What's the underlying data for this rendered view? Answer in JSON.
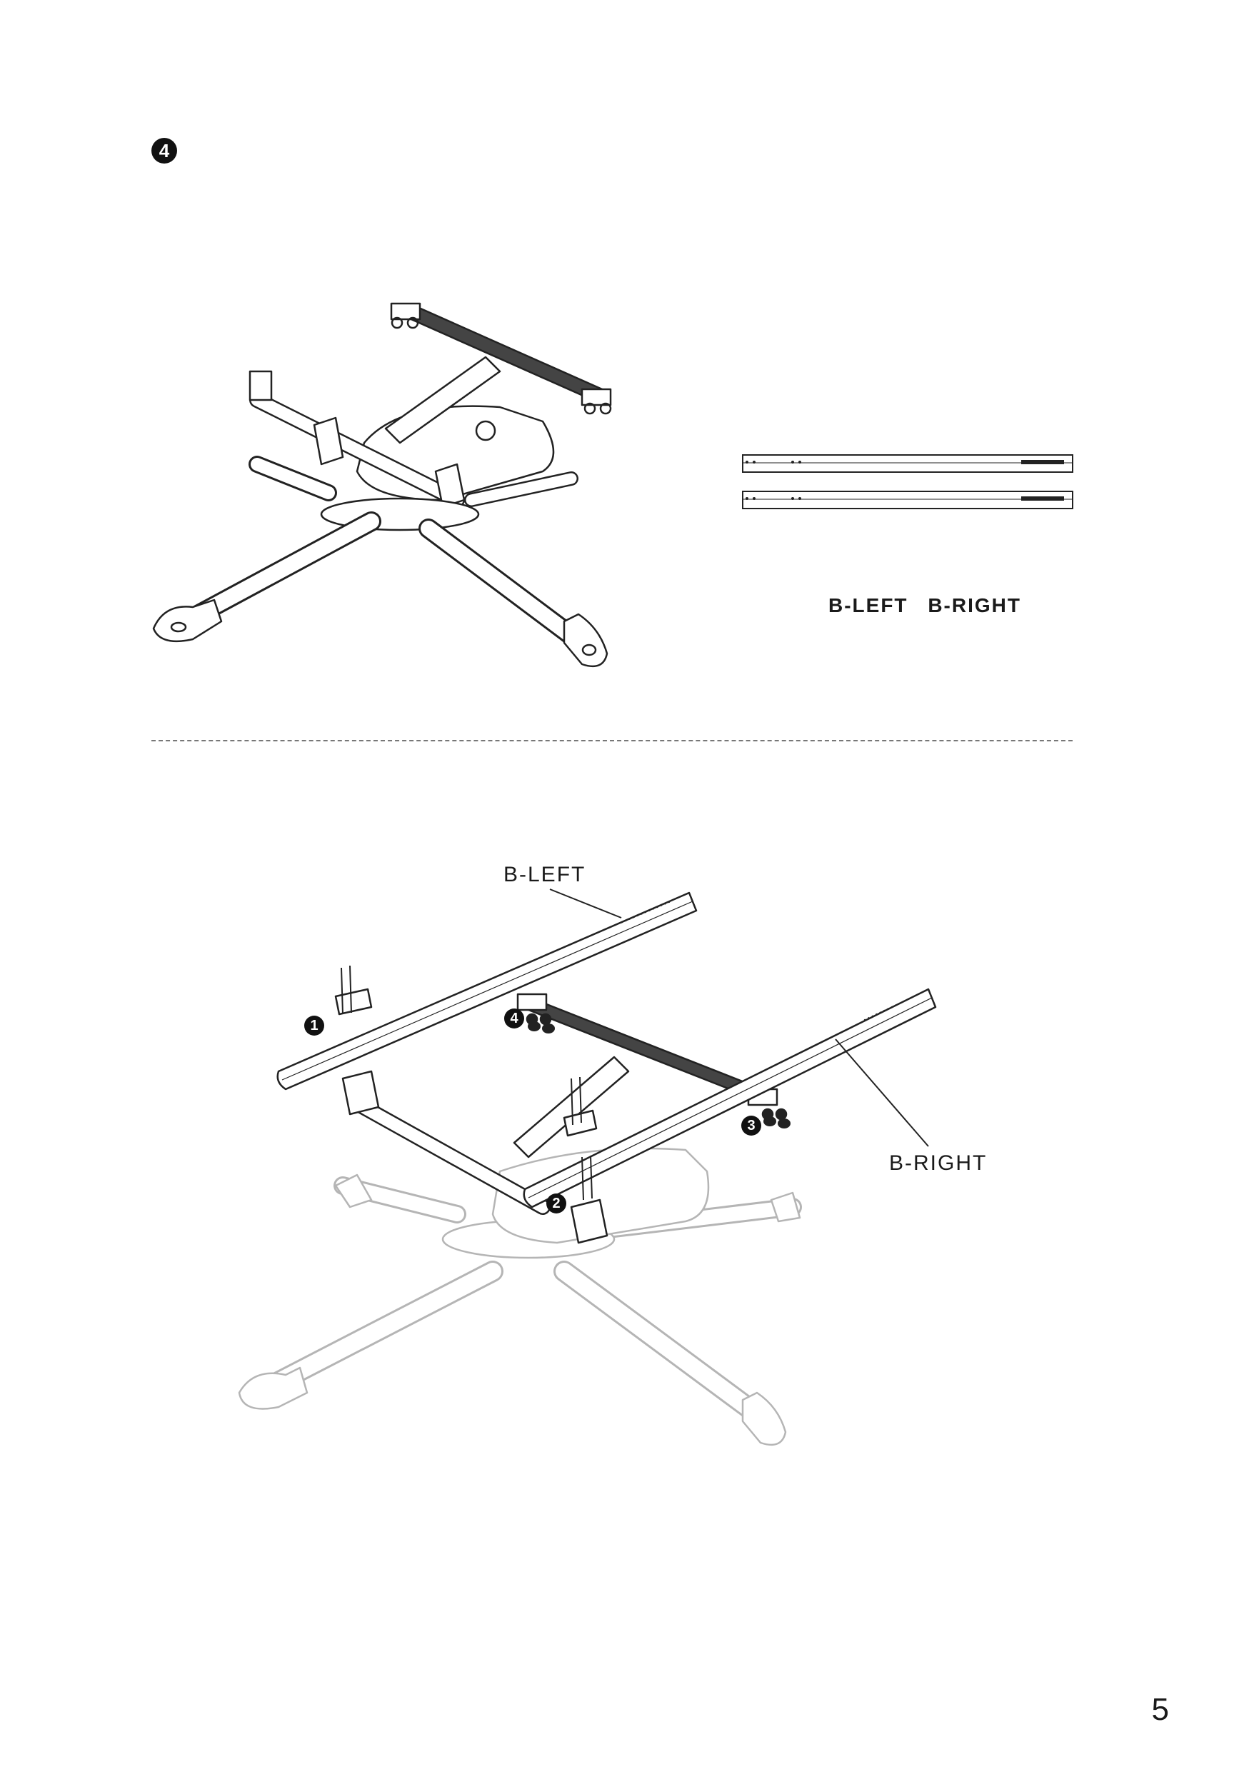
{
  "step": {
    "number": "4"
  },
  "parts": {
    "left_label": "B-LEFT",
    "right_label": "B-RIGHT"
  },
  "callouts": {
    "left_bar": "B-LEFT",
    "right_bar": "B-RIGHT"
  },
  "sub_steps": [
    "1",
    "2",
    "3",
    "4"
  ],
  "page_number": "5"
}
